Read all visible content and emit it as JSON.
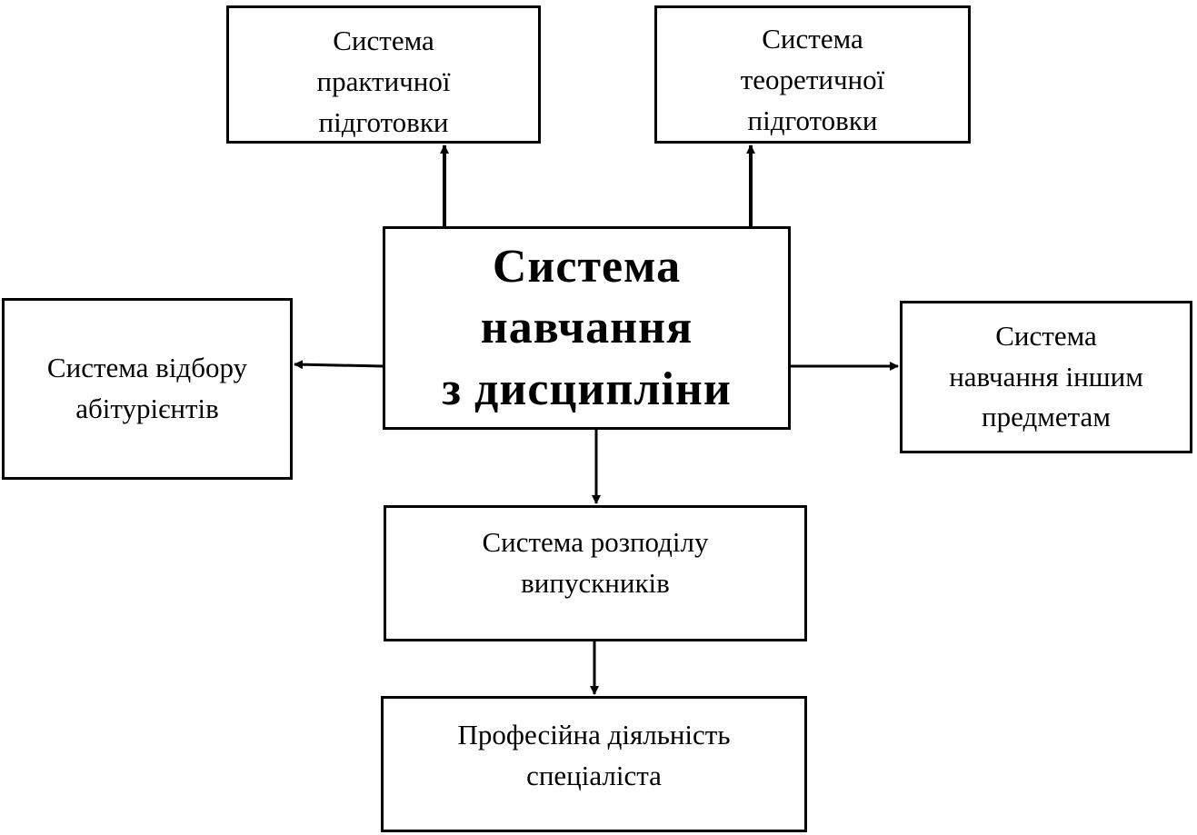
{
  "diagram": {
    "nodes": {
      "practical": "Система\nпрактичної\nпідготовки",
      "theory": "Система\nтеоретичної\nпідготовки",
      "center": "Система\nнавчання\nз дисципліни",
      "selection": "Система відбору\nабітурієнтів",
      "other": "Система\nнавчання іншим\nпредметам",
      "distribution": "Система розподілу\nвипускників",
      "professional": "Професійна діяльність\nспеціаліста"
    },
    "edges": [
      {
        "from": "center",
        "to": "practical"
      },
      {
        "from": "center",
        "to": "theory"
      },
      {
        "from": "center",
        "to": "selection"
      },
      {
        "from": "center",
        "to": "other"
      },
      {
        "from": "center",
        "to": "distribution"
      },
      {
        "from": "distribution",
        "to": "professional"
      }
    ]
  }
}
